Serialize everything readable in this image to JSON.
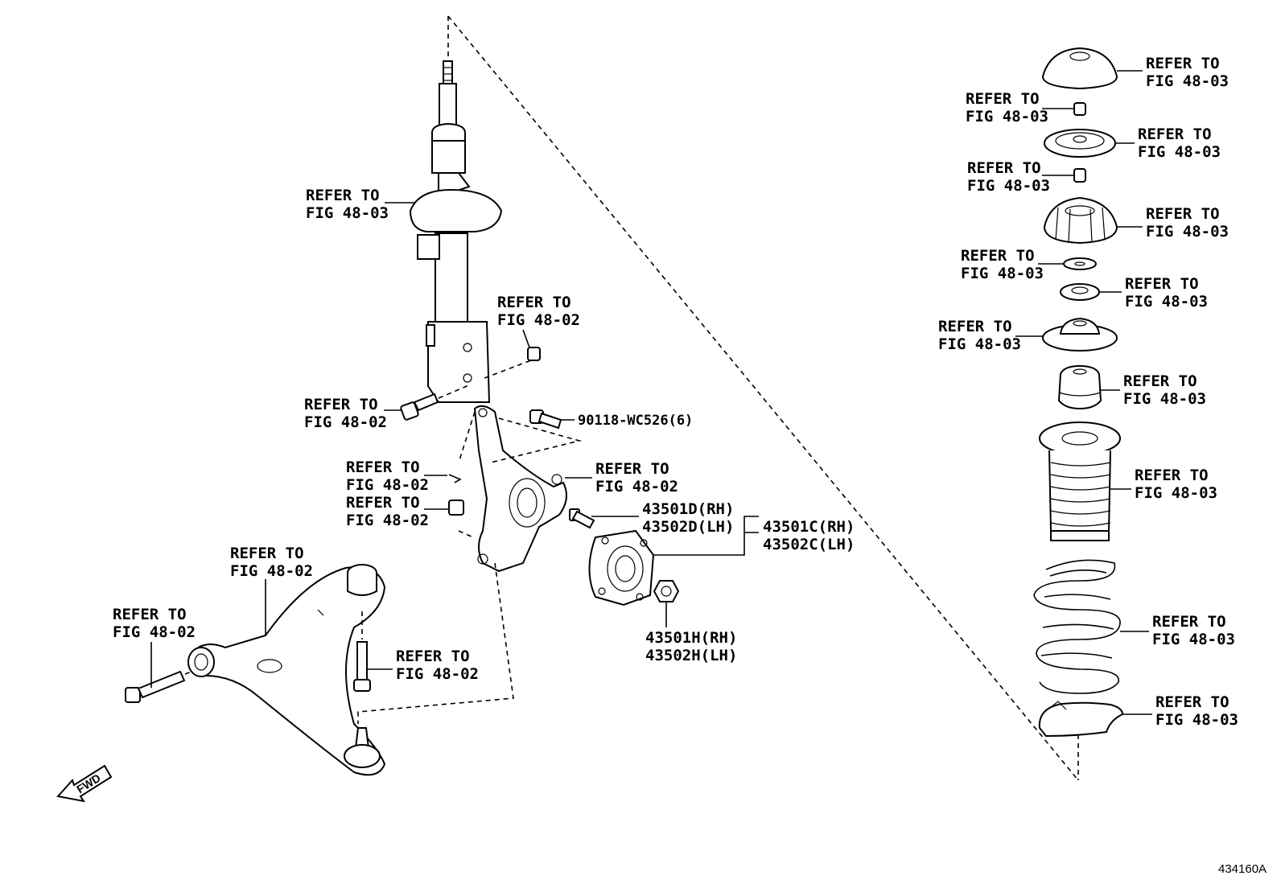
{
  "labels": {
    "strut_refer": [
      "REFER TO",
      "FIG 48-03"
    ],
    "strut_nut_refer": [
      "REFER TO",
      "FIG 48-02"
    ],
    "strut_bolt_refer": [
      "REFER TO",
      "FIG 48-02"
    ],
    "knuckle_bolt_part": "90118-WC526(6)",
    "cotter_pin_refer": [
      "REFER TO",
      "FIG 48-02"
    ],
    "knuckle_nut_refer": [
      "REFER TO",
      "FIG 48-02"
    ],
    "knuckle_right_refer": [
      "REFER TO",
      "FIG 48-02"
    ],
    "hub_bolt_parts": [
      "43501D(RH)",
      "43502D(LH)"
    ],
    "hub_assembly_parts": [
      "43501C(RH)",
      "43502C(LH)"
    ],
    "hub_nut_parts": [
      "43501H(RH)",
      "43502H(LH)"
    ],
    "lower_arm_refer": [
      "REFER TO",
      "FIG 48-02"
    ],
    "arm_bolt_refer": [
      "REFER TO",
      "FIG 48-02"
    ],
    "ball_joint_bolt_refer": [
      "REFER TO",
      "FIG 48-02"
    ],
    "top_cap_refer": [
      "REFER TO",
      "FIG 48-03"
    ],
    "nut1_refer": [
      "REFER TO",
      "FIG 48-03"
    ],
    "bearing_refer": [
      "REFER TO",
      "FIG 48-03"
    ],
    "nut2_refer": [
      "REFER TO",
      "FIG 48-03"
    ],
    "mount_refer": [
      "REFER TO",
      "FIG 48-03"
    ],
    "washer_refer": [
      "REFER TO",
      "FIG 48-03"
    ],
    "collar_refer": [
      "REFER TO",
      "FIG 48-03"
    ],
    "upper_seat_refer": [
      "REFER TO",
      "FIG 48-03"
    ],
    "bumper_refer": [
      "REFER TO",
      "FIG 48-03"
    ],
    "boot_refer": [
      "REFER TO",
      "FIG 48-03"
    ],
    "spring_refer": [
      "REFER TO",
      "FIG 48-03"
    ],
    "lower_seat_refer": [
      "REFER TO",
      "FIG 48-03"
    ],
    "fwd_arrow": "FWD",
    "figure_code": "434160A"
  }
}
